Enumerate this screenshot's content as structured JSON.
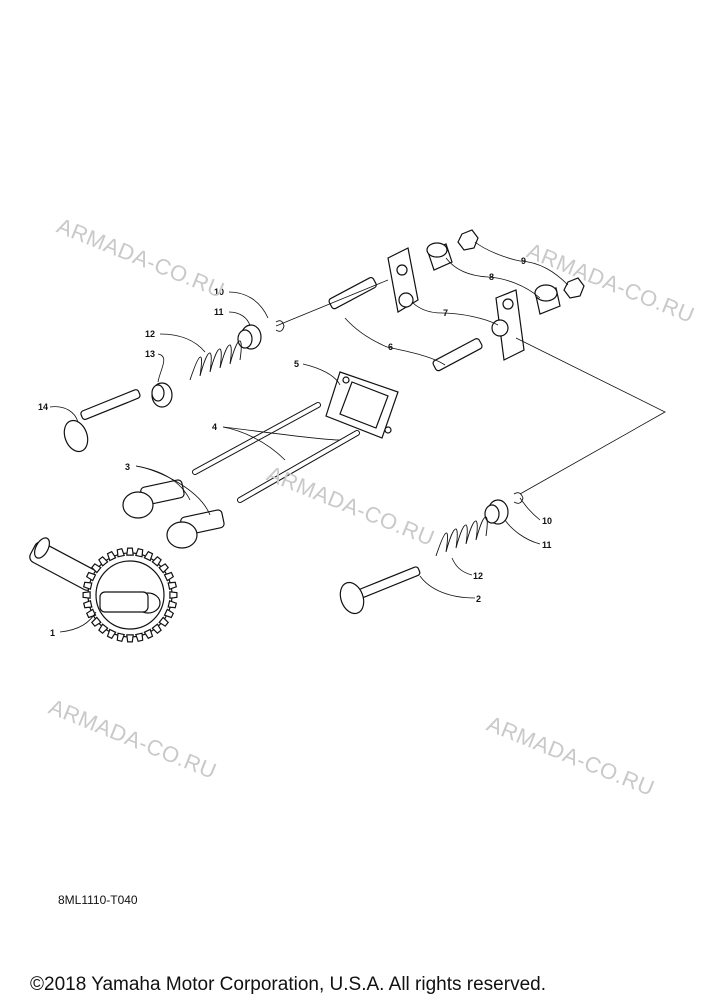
{
  "diagram": {
    "callouts": [
      {
        "id": "1",
        "label": "1"
      },
      {
        "id": "2",
        "label": "2"
      },
      {
        "id": "3",
        "label": "3"
      },
      {
        "id": "4",
        "label": "4"
      },
      {
        "id": "5",
        "label": "5"
      },
      {
        "id": "6",
        "label": "6"
      },
      {
        "id": "7",
        "label": "7"
      },
      {
        "id": "8",
        "label": "8"
      },
      {
        "id": "9",
        "label": "9"
      },
      {
        "id": "10a",
        "label": "10"
      },
      {
        "id": "10b",
        "label": "10"
      },
      {
        "id": "11a",
        "label": "11"
      },
      {
        "id": "11b",
        "label": "11"
      },
      {
        "id": "12a",
        "label": "12"
      },
      {
        "id": "12b",
        "label": "12"
      },
      {
        "id": "13",
        "label": "13"
      },
      {
        "id": "14",
        "label": "14"
      }
    ],
    "watermarks": [
      "ARMADA-CO.RU",
      "ARMADA-CO.RU",
      "ARMADA-CO.RU",
      "ARMADA-CO.RU",
      "ARMADA-CO.RU"
    ],
    "reference_code": "8ML1110-T040",
    "copyright": "©2018 Yamaha Motor Corporation, U.S.A. All rights reserved."
  }
}
